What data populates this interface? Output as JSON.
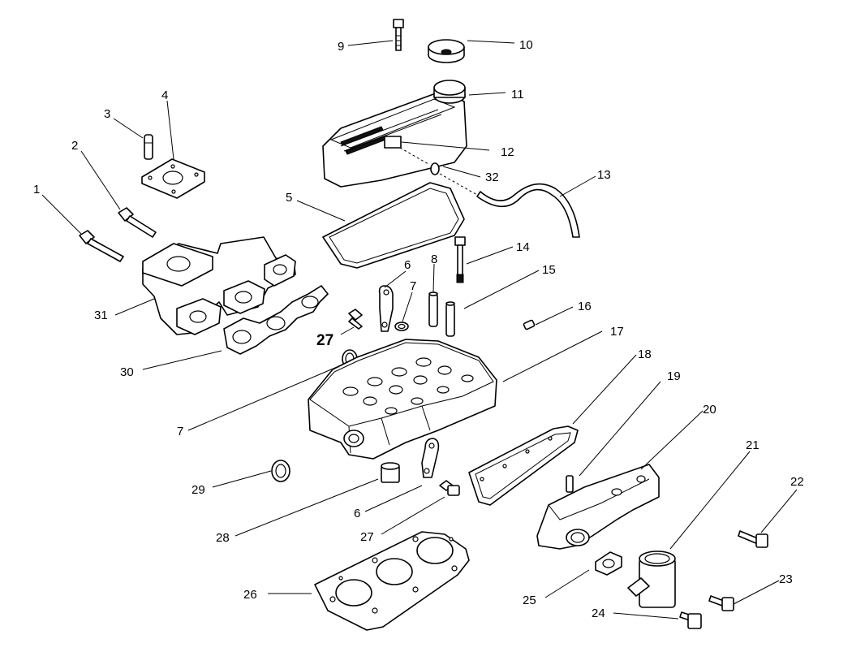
{
  "diagram": {
    "callouts": [
      {
        "id": "c1",
        "text": "1"
      },
      {
        "id": "c2",
        "text": "2"
      },
      {
        "id": "c3",
        "text": "3"
      },
      {
        "id": "c4",
        "text": "4"
      },
      {
        "id": "c5",
        "text": "5"
      },
      {
        "id": "c6a",
        "text": "6"
      },
      {
        "id": "c6b",
        "text": "6"
      },
      {
        "id": "c7a",
        "text": "7"
      },
      {
        "id": "c7b",
        "text": "7"
      },
      {
        "id": "c8",
        "text": "8"
      },
      {
        "id": "c9",
        "text": "9"
      },
      {
        "id": "c10",
        "text": "10"
      },
      {
        "id": "c11",
        "text": "11"
      },
      {
        "id": "c12",
        "text": "12"
      },
      {
        "id": "c13",
        "text": "13"
      },
      {
        "id": "c14",
        "text": "14"
      },
      {
        "id": "c15",
        "text": "15"
      },
      {
        "id": "c16",
        "text": "16"
      },
      {
        "id": "c17",
        "text": "17"
      },
      {
        "id": "c18",
        "text": "18"
      },
      {
        "id": "c19",
        "text": "19"
      },
      {
        "id": "c20",
        "text": "20"
      },
      {
        "id": "c21",
        "text": "21"
      },
      {
        "id": "c22",
        "text": "22"
      },
      {
        "id": "c23",
        "text": "23"
      },
      {
        "id": "c24",
        "text": "24"
      },
      {
        "id": "c25",
        "text": "25"
      },
      {
        "id": "c26",
        "text": "26"
      },
      {
        "id": "c27a",
        "text": "27"
      },
      {
        "id": "c27b",
        "text": "27"
      },
      {
        "id": "c28",
        "text": "28"
      },
      {
        "id": "c29",
        "text": "29"
      },
      {
        "id": "c30",
        "text": "30"
      },
      {
        "id": "c31",
        "text": "31"
      },
      {
        "id": "c32",
        "text": "32"
      }
    ]
  }
}
